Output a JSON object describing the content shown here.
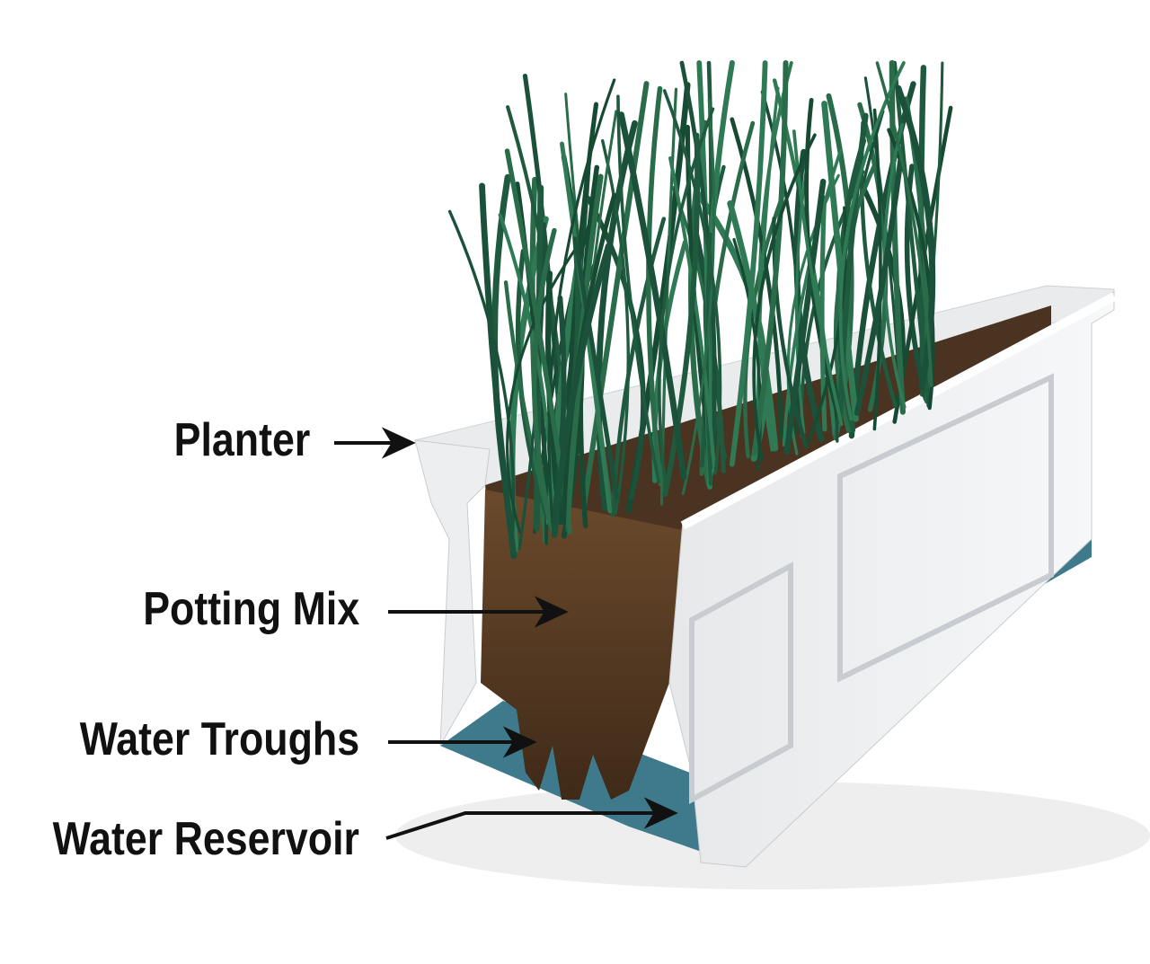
{
  "labels": {
    "planter": "Planter",
    "potting_mix": "Potting Mix",
    "water_troughs": "Water Troughs",
    "water_reservoir": "Water Reservoir"
  },
  "colors": {
    "planter": "#f2f3f4",
    "soil": "#5a3d24",
    "water": "#3e7a8c",
    "grass": "#1f5a3e",
    "text": "#111111"
  }
}
